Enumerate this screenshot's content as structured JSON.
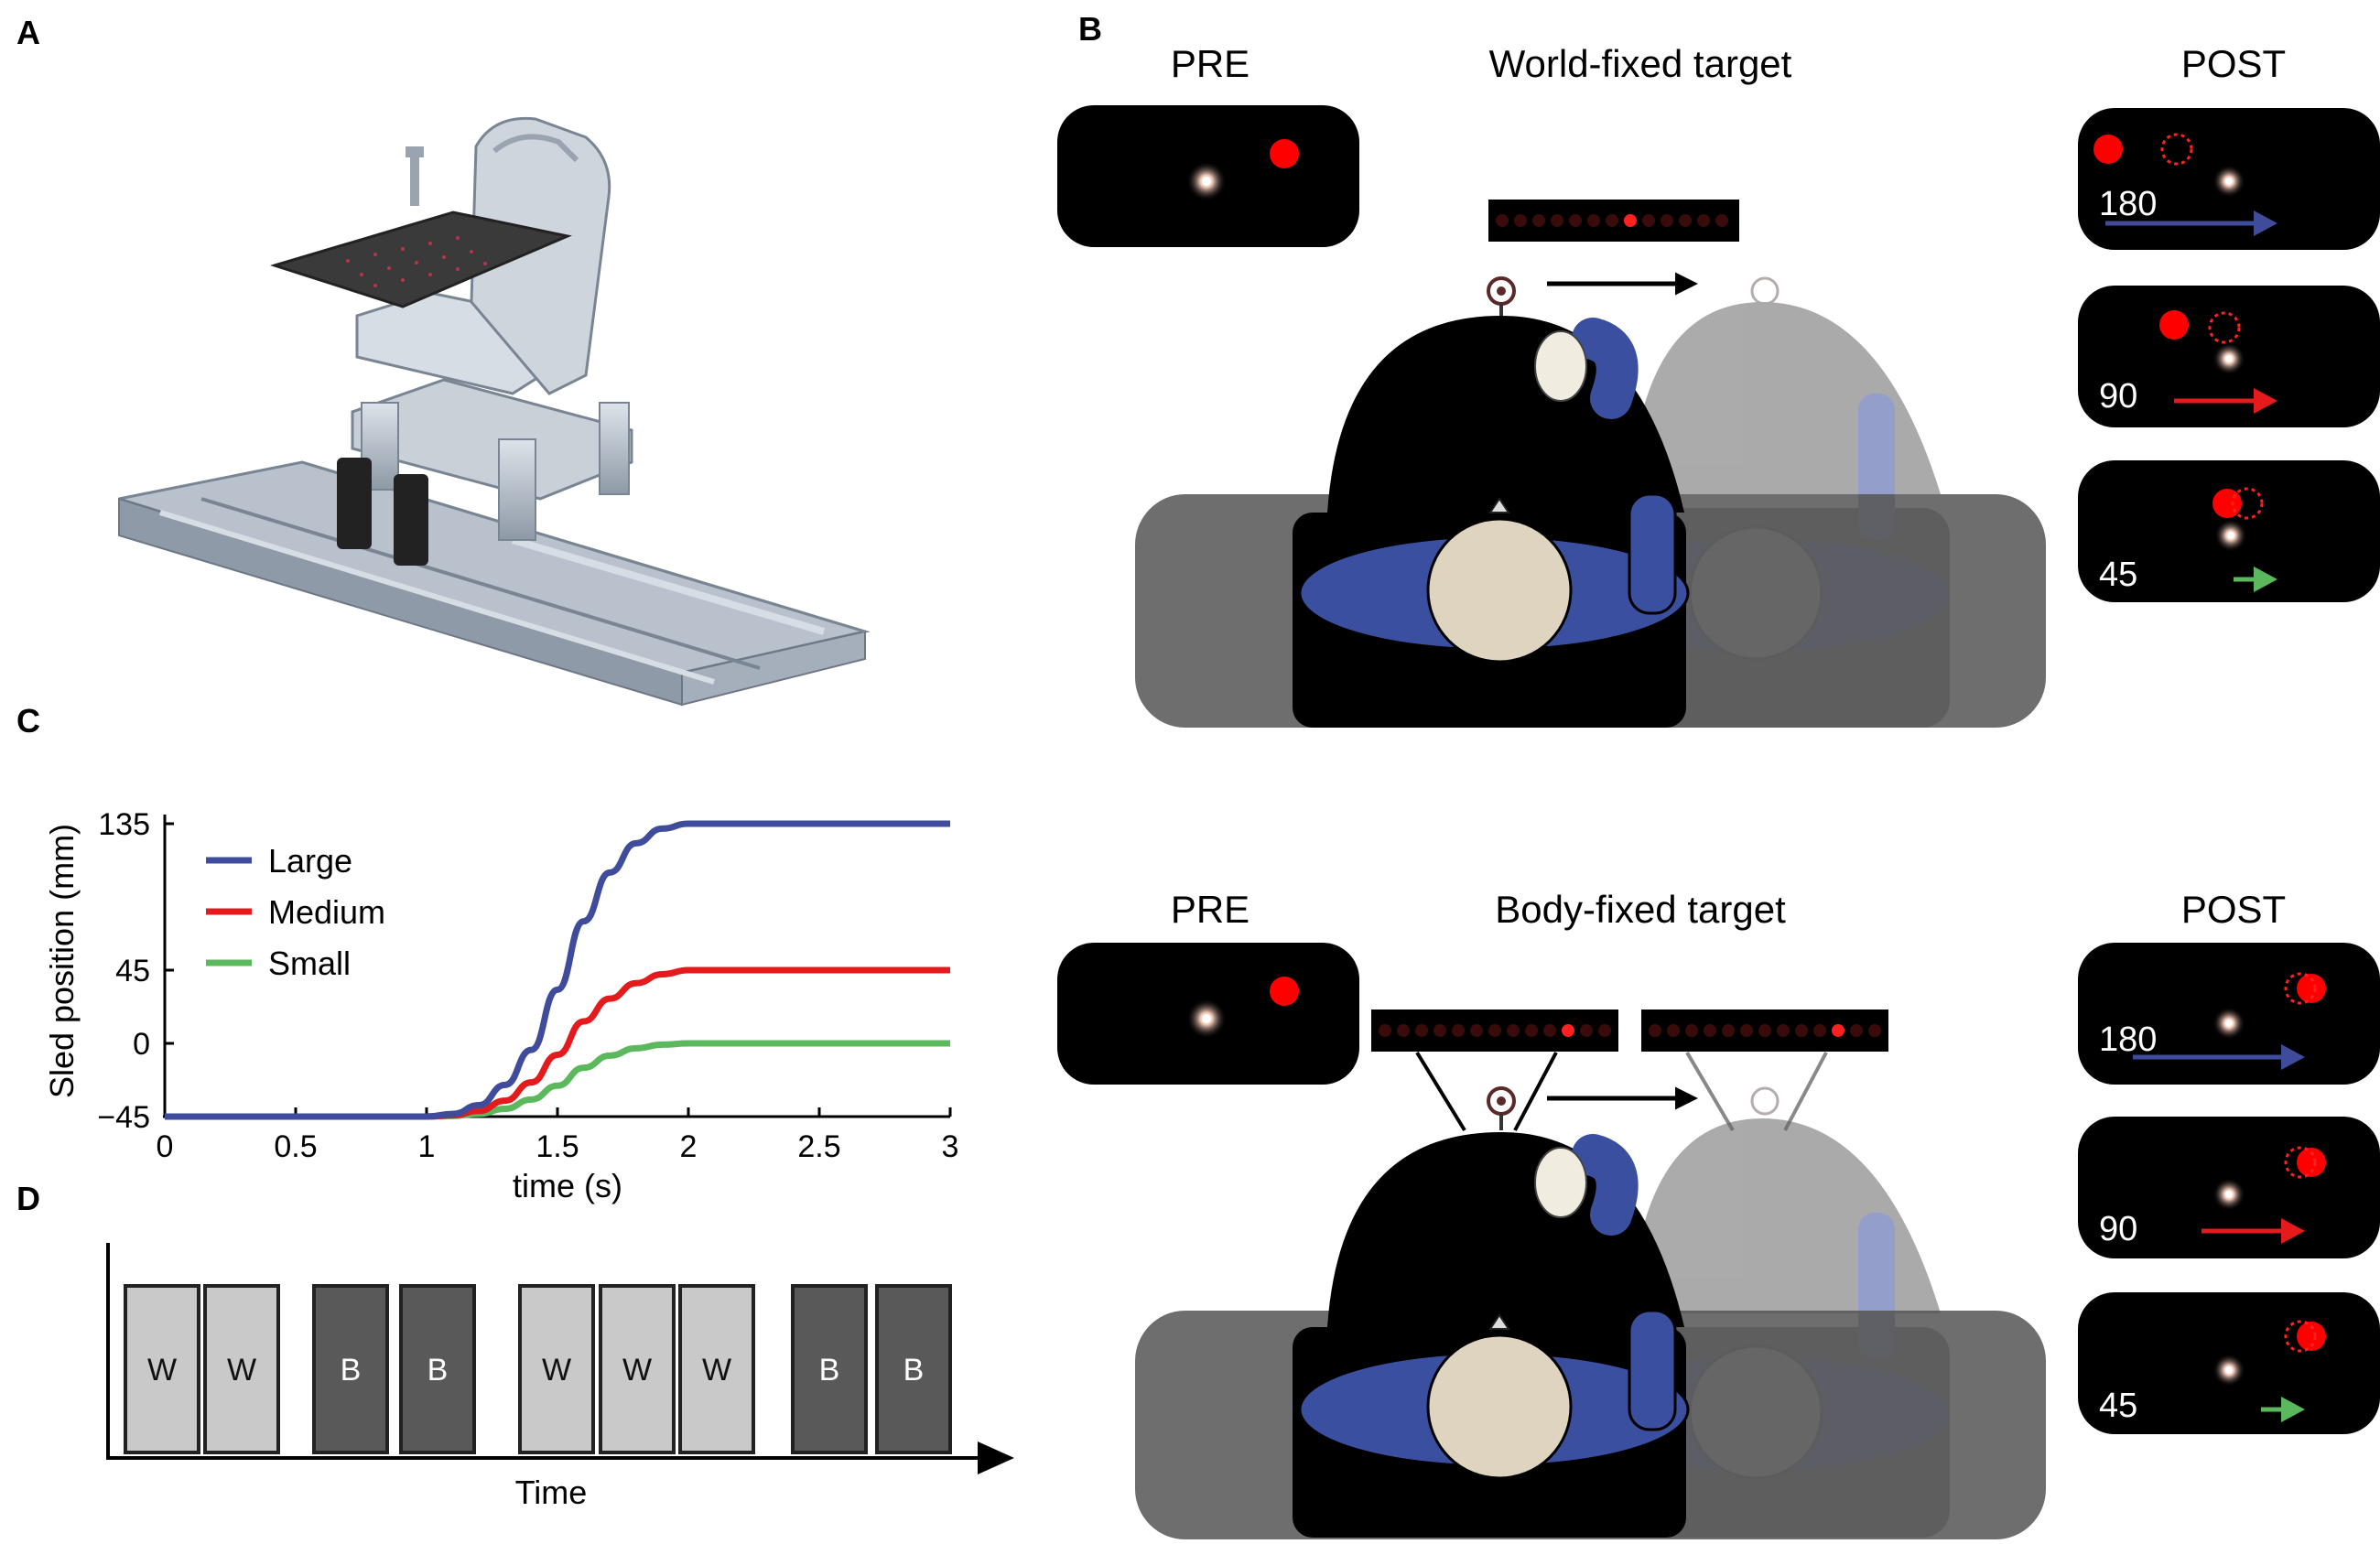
{
  "panels": {
    "A": {
      "label": "A"
    },
    "B": {
      "label": "B",
      "world": {
        "title": "World-fixed target",
        "pre": "PRE",
        "post": "POST"
      },
      "body": {
        "title": "Body-fixed target",
        "pre": "PRE",
        "post": "POST"
      },
      "post_rows": [
        {
          "label": "180",
          "color": "#3f4c9c"
        },
        {
          "label": "90",
          "color": "#e41a1c"
        },
        {
          "label": "45",
          "color": "#5cb85c"
        }
      ]
    },
    "C": {
      "label": "C"
    },
    "D": {
      "label": "D",
      "xlabel": "Time",
      "blocks": [
        "W",
        "W",
        "B",
        "B",
        "W",
        "W",
        "W",
        "B",
        "B"
      ]
    }
  },
  "chart_data": {
    "type": "line",
    "xlabel": "time (s)",
    "ylabel": "Sled position (mm)",
    "xlim": [
      0,
      3
    ],
    "ylim": [
      -45,
      135
    ],
    "xticks": [
      "0",
      "0.5",
      "1",
      "1.5",
      "2",
      "2.5",
      "3"
    ],
    "yticks": [
      "−45",
      "0",
      "45",
      "135"
    ],
    "legend_position": "top-left",
    "grid": false,
    "series": [
      {
        "name": "Large",
        "color": "#3f4c9c",
        "x": [
          0,
          1.0,
          1.1,
          1.2,
          1.3,
          1.4,
          1.5,
          1.6,
          1.7,
          1.8,
          1.9,
          2.0,
          3.0
        ],
        "y": [
          -45,
          -45,
          -43.4,
          -38.0,
          -25.5,
          -4.0,
          33.0,
          75.0,
          105.0,
          123.0,
          132.0,
          135,
          135
        ]
      },
      {
        "name": "Medium",
        "color": "#e41a1c",
        "x": [
          0,
          1.0,
          1.1,
          1.2,
          1.3,
          1.4,
          1.5,
          1.6,
          1.7,
          1.8,
          1.9,
          2.0,
          3.0
        ],
        "y": [
          -45,
          -45,
          -44.2,
          -41.5,
          -35.2,
          -24.0,
          -7.0,
          13.5,
          27.5,
          37.0,
          42.5,
          45,
          45
        ]
      },
      {
        "name": "Small",
        "color": "#5cb85c",
        "x": [
          0,
          1.0,
          1.1,
          1.2,
          1.3,
          1.4,
          1.5,
          1.6,
          1.7,
          1.8,
          1.9,
          2.0,
          3.0
        ],
        "y": [
          -45,
          -45,
          -44.6,
          -43.3,
          -40.2,
          -34.5,
          -26.0,
          -15.0,
          -7.5,
          -3.0,
          -0.8,
          0,
          0
        ]
      }
    ]
  }
}
